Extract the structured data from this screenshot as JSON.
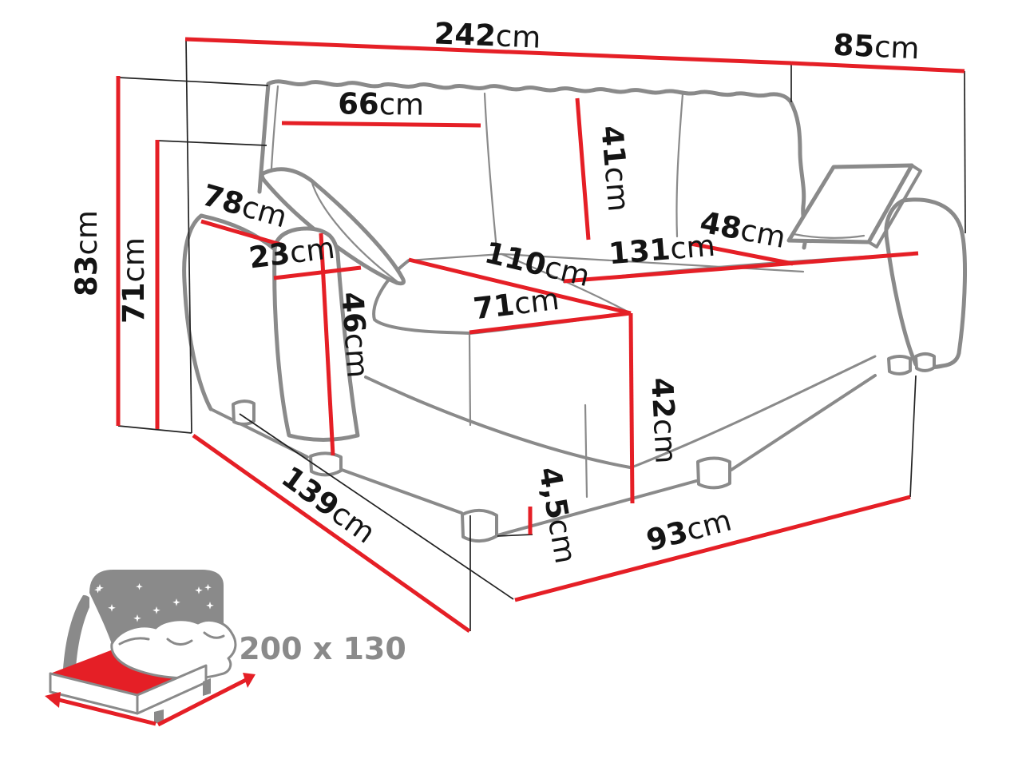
{
  "colors": {
    "dimension_red": "#e51f26",
    "outline_gray": "#8a8a8a",
    "extension_black": "#222222",
    "label_black": "#141414",
    "muted_gray": "#8a8a8a"
  },
  "dimensions": {
    "total_width": {
      "value": "242",
      "unit": "cm"
    },
    "right_depth": {
      "value": "85",
      "unit": "cm"
    },
    "back_cushion_width": {
      "value": "66",
      "unit": "cm"
    },
    "back_cushion_height": {
      "value": "41",
      "unit": "cm"
    },
    "armrest_depth": {
      "value": "78",
      "unit": "cm"
    },
    "armrest_width": {
      "value": "23",
      "unit": "cm"
    },
    "total_height": {
      "value": "83",
      "unit": "cm"
    },
    "armrest_height": {
      "value": "71",
      "unit": "cm"
    },
    "arm_front_height": {
      "value": "46",
      "unit": "cm"
    },
    "chaise_length": {
      "value": "110",
      "unit": "cm"
    },
    "seat_width": {
      "value": "131",
      "unit": "cm"
    },
    "seat_depth": {
      "value": "48",
      "unit": "cm"
    },
    "chaise_width": {
      "value": "71",
      "unit": "cm"
    },
    "seat_height": {
      "value": "42",
      "unit": "cm"
    },
    "leg_height": {
      "value": "4,5",
      "unit": "cm"
    },
    "side_depth": {
      "value": "139",
      "unit": "cm"
    },
    "front_width": {
      "value": "93",
      "unit": "cm"
    }
  },
  "sleeping_area": {
    "label": "200 x 130"
  }
}
